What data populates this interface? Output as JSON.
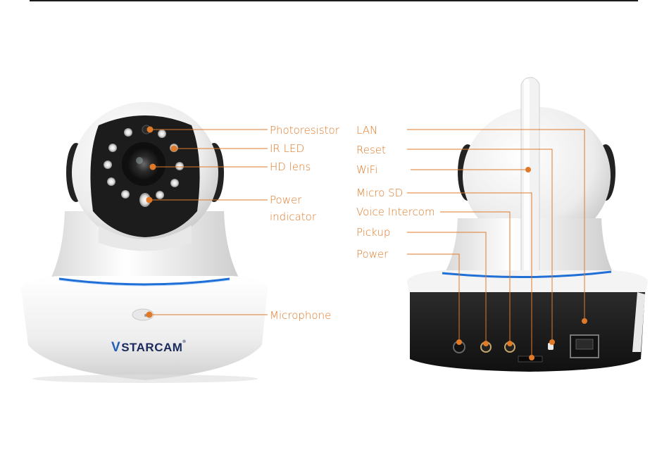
{
  "brand": {
    "logo_mark": "V",
    "name": "STARCAM",
    "registered": "®"
  },
  "front_callouts": {
    "photoresistor": "Photoresistor",
    "ir_led": "IR LED",
    "hd_lens": "HD lens",
    "power_indicator_line1": "Power",
    "power_indicator_line2": "indicator",
    "microphone": "Microphone"
  },
  "back_callouts": {
    "lan": "LAN",
    "reset": "Reset",
    "wifi": "WiFi",
    "micro_sd": "Micro SD",
    "voice_intercom": "Voice Intercom",
    "pickup": "Pickup",
    "power": "Power"
  },
  "colors": {
    "callout": "#e07a28",
    "accent_blue": "#1f6fd6",
    "body_white": "#f4f4f4",
    "body_dark": "#1e1e1e"
  }
}
